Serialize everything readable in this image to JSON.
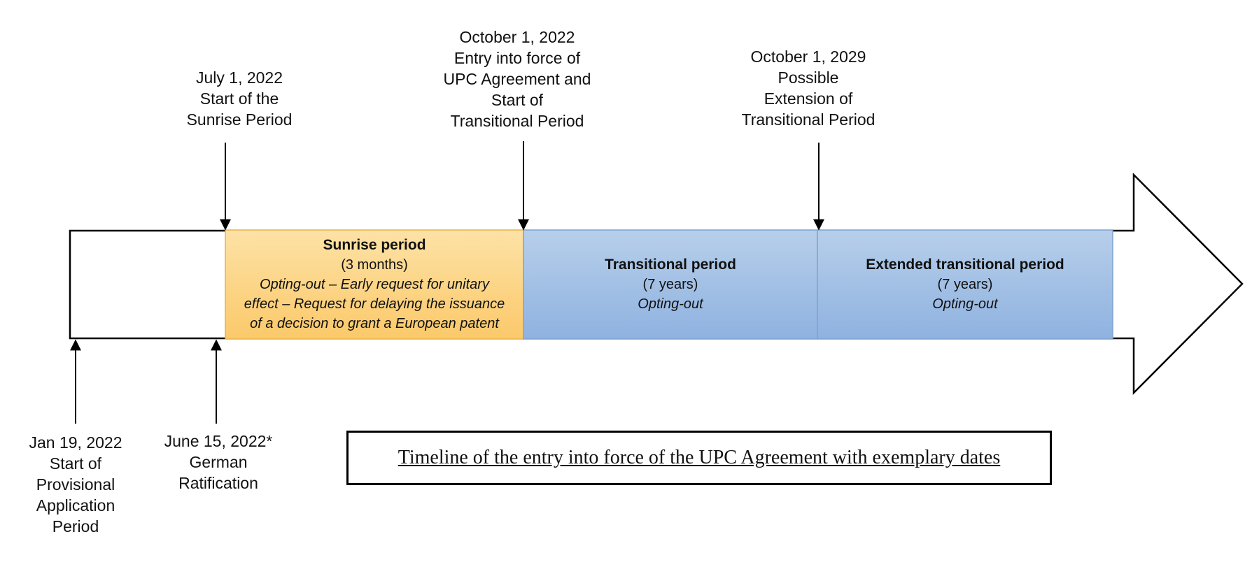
{
  "labels": {
    "sunrise_start": [
      "July 1, 2022",
      "Start of the",
      "Sunrise Period"
    ],
    "entry_into_force": [
      "October 1, 2022",
      "Entry into force of",
      "UPC Agreement and",
      "Start of",
      "Transitional Period"
    ],
    "possible_extension": [
      "October 1, 2029",
      "Possible",
      "Extension of",
      "Transitional Period"
    ],
    "provisional_start": [
      "Jan 19, 2022",
      "Start of",
      "Provisional",
      "Application",
      "Period"
    ],
    "german_ratification": [
      "June 15, 2022*",
      "German",
      "Ratification"
    ]
  },
  "segments": {
    "sunrise": {
      "title": "Sunrise period",
      "duration": "(3 months)",
      "description": [
        "Opting-out – Early request for unitary",
        "effect – Request for delaying the issuance",
        "of a decision to grant a European patent"
      ]
    },
    "transitional": {
      "title": "Transitional period",
      "duration": "(7 years)",
      "description": [
        "Opting-out"
      ]
    },
    "extended": {
      "title": "Extended transitional period",
      "duration": "(7 years)",
      "description": [
        "Opting-out"
      ]
    }
  },
  "caption": "Timeline of the entry into force of the UPC Agreement with exemplary dates",
  "colors": {
    "sunrise_top": "#fde2a6",
    "sunrise_bottom": "#fbc96a",
    "sunrise_border": "#e8b24a",
    "blue_top": "#b7cfea",
    "blue_bottom": "#8fb2e0",
    "blue_border": "#7fa3cf"
  }
}
